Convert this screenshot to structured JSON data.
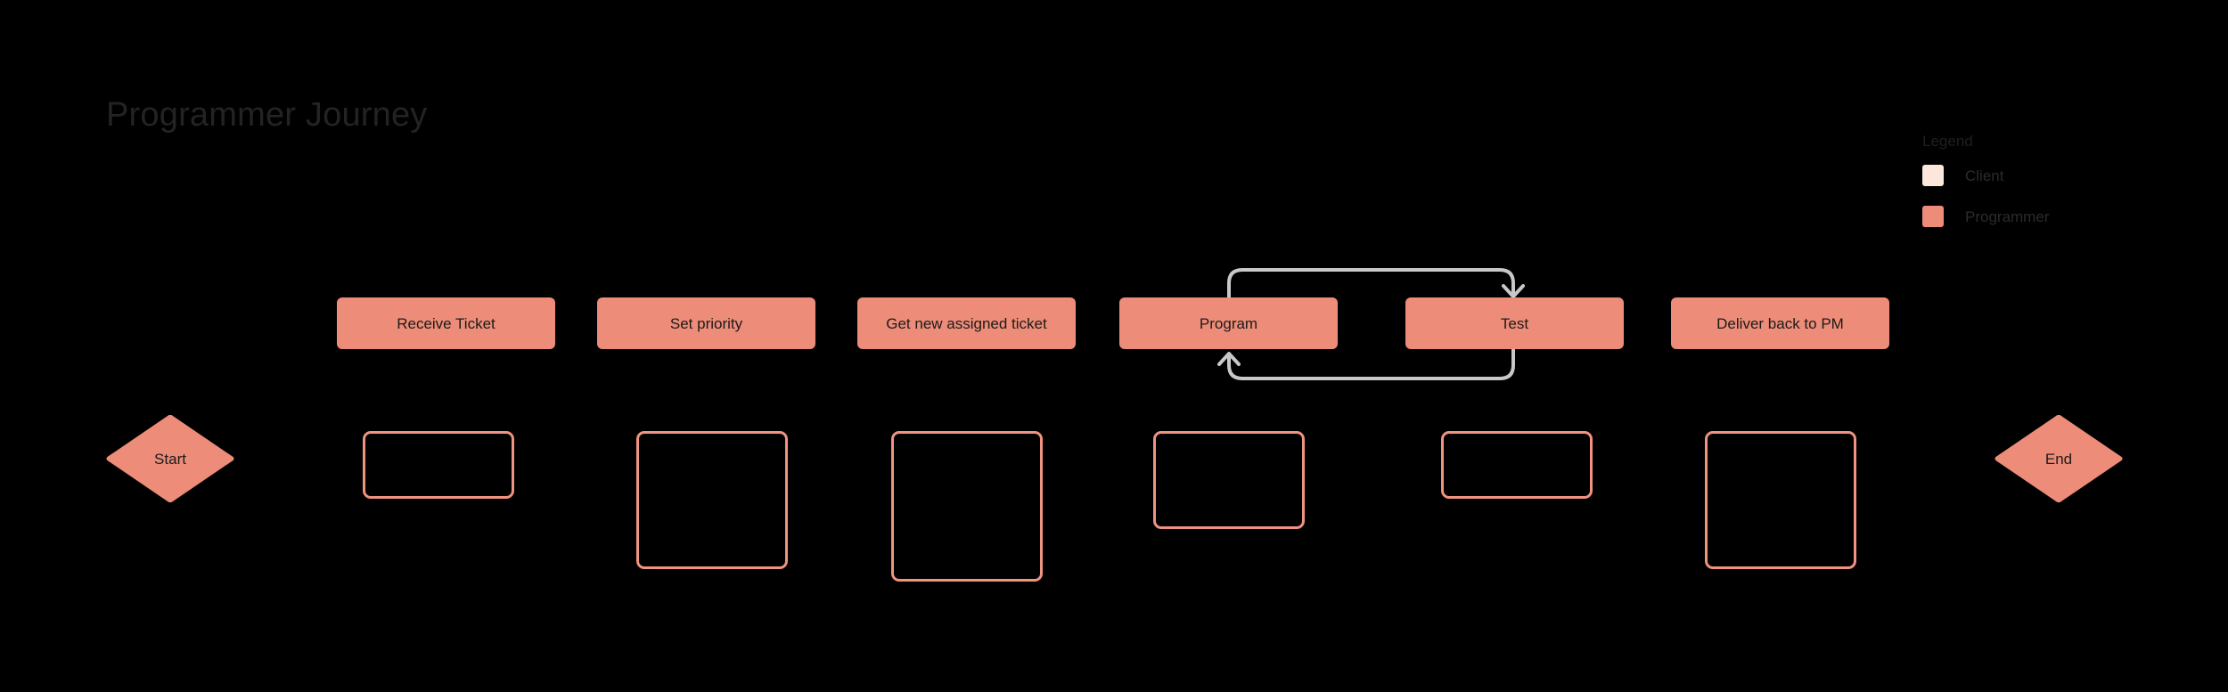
{
  "page": {
    "title": "Programmer Journey",
    "background_color": "#000000",
    "title_color": "#232323"
  },
  "legend": {
    "title": "Legend",
    "items": [
      {
        "label": "Client",
        "color": "#FBE8DB"
      },
      {
        "label": "Programmer",
        "color": "#ED8C78"
      }
    ]
  },
  "colors": {
    "programmer_fill": "#ED8C78",
    "client_fill": "#FBE8DB",
    "outline": "#F09380",
    "connector": "#C8C8C8",
    "node_text": "#1b1b1b"
  },
  "flow": {
    "start_node": {
      "label": "Start",
      "shape": "diamond",
      "fill": "#ED8C78"
    },
    "end_node": {
      "label": "End",
      "shape": "diamond",
      "fill": "#ED8C78"
    },
    "steps": [
      {
        "label": "Receive Ticket"
      },
      {
        "label": "Set priority"
      },
      {
        "label": "Get new assigned ticket"
      },
      {
        "label": "Program"
      },
      {
        "label": "Test"
      },
      {
        "label": "Deliver back to PM"
      }
    ],
    "placeholder_boxes": [
      {
        "label": ""
      },
      {
        "label": ""
      },
      {
        "label": ""
      },
      {
        "label": ""
      },
      {
        "label": ""
      },
      {
        "label": ""
      }
    ],
    "connections": [
      {
        "from": "Program",
        "to": "Test",
        "direction": "forward"
      },
      {
        "from": "Test",
        "to": "Program",
        "direction": "back"
      }
    ]
  }
}
